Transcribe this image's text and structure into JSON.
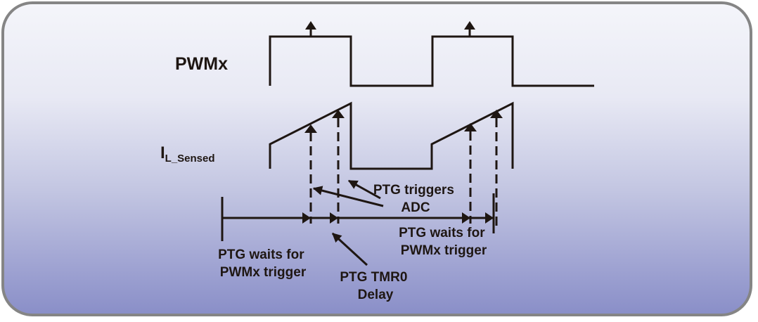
{
  "diagram": {
    "signals": {
      "pwm_label": "PWMx",
      "current_label_main": "I",
      "current_label_sub": "L_Sensed"
    },
    "annotations": {
      "ptg_triggers_adc": [
        "PTG triggers",
        "ADC"
      ],
      "ptg_waits_left": [
        "PTG waits for",
        "PWMx trigger"
      ],
      "ptg_waits_right": [
        "PTG waits for",
        "PWMx trigger"
      ],
      "ptg_tmr0_delay": [
        "PTG TMR0",
        "Delay"
      ]
    },
    "colors": {
      "line": "#1e1612",
      "border": "#858585",
      "bg_top": "#f4f5fa",
      "bg_bottom": "#8a8fc8"
    }
  }
}
